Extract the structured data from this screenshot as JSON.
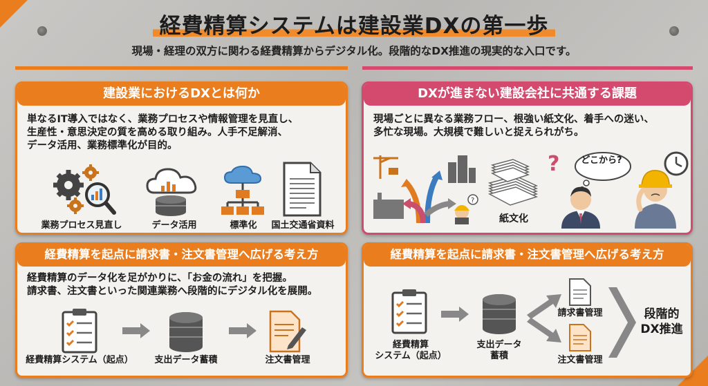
{
  "title": "経費精算システムは建設業DXの第一歩",
  "subtitle": "現場・経理の双方に関わる経費精算からデジタル化。段階的なDX推進の現実的な入口です。",
  "colors": {
    "orange": "#ea7d1e",
    "pink": "#d44a6e",
    "panel_bg": "#f4f2ee"
  },
  "panel_dx": {
    "title": "建設業におけるDXとは何か",
    "text": "単なるIT導入ではなく、業務プロセスや情報管理を見直し、\n生産性・意思決定の質を高める取り組み。人手不足解消、\nデータ活用、業務標準化が目的。",
    "items": [
      {
        "icon": "gears-magnifier-icon",
        "label": "業務プロセス見直し"
      },
      {
        "icon": "cloud-database-icon",
        "label": "データ活用"
      },
      {
        "icon": "cloud-hierarchy-icon",
        "label": "標準化"
      },
      {
        "icon": "document-icon",
        "label": "国土交通省資料"
      }
    ]
  },
  "panel_issues": {
    "title": "DXが進まない建設会社に共通する課題",
    "text": "現場ごとに異なる業務フロー、根強い紙文化、着手への迷い、\n多忙な現場。大規模で難しいと捉えられがち。",
    "items": [
      {
        "icon": "diverging-paths-icon",
        "label": ""
      },
      {
        "icon": "paper-stacks-icon",
        "label": "紙文化"
      },
      {
        "icon": "confused-businessman-icon",
        "label": "",
        "bubble": "どこから?"
      },
      {
        "icon": "busy-worker-clock-icon",
        "label": ""
      }
    ]
  },
  "panel_flow_left": {
    "title": "経費精算を起点に請求書・注文書管理へ広げる考え方",
    "text": "経費精算のデータ化を足がかりに、「お金の流れ」を把握。\n請求書、注文書といった関連業務へ段階的にデジタル化を展開。",
    "steps": [
      {
        "icon": "clipboard-checklist-icon",
        "label": "経費精算システム（起点）"
      },
      {
        "icon": "database-icon",
        "label": "支出データ蓄積"
      },
      {
        "icon": "order-document-pen-icon",
        "label": "注文書管理"
      }
    ]
  },
  "panel_flow_right": {
    "title": "経費精算を起点に請求書・注文書管理へ広げる考え方",
    "steps": [
      {
        "icon": "clipboard-checklist-icon",
        "label": "経費精算\nシステム（起点）"
      },
      {
        "icon": "database-icon",
        "label": "支出データ\n蓄積"
      },
      {
        "icon": "invoice-document-icon",
        "label": "請求書管理"
      },
      {
        "icon": "order-document-icon",
        "label": "注文書管理"
      }
    ],
    "goal": "段階的\nDX推進"
  }
}
